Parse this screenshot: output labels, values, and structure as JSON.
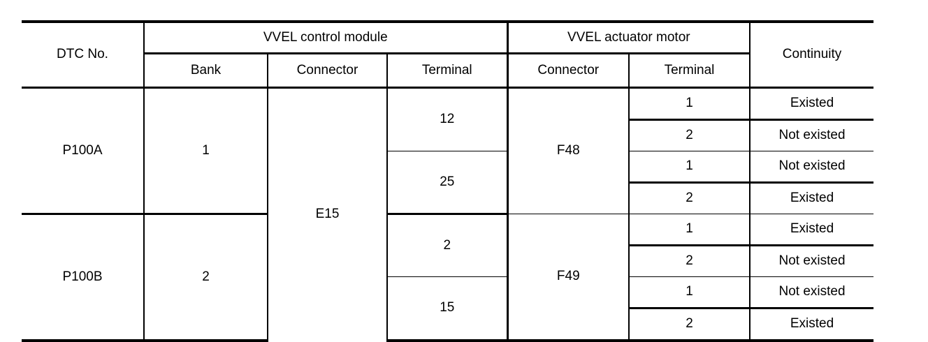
{
  "table": {
    "headers": {
      "dtc_no": "DTC No.",
      "group_control_module": "VVEL control module",
      "group_actuator_motor": "VVEL actuator motor",
      "continuity": "Continuity",
      "bank": "Bank",
      "module_connector": "Connector",
      "module_terminal": "Terminal",
      "motor_connector": "Connector",
      "motor_terminal": "Terminal"
    },
    "module_connector_value": "E15",
    "blocks": [
      {
        "dtc_no": "P100A",
        "bank": "1",
        "motor_connector": "F48",
        "terminal_groups": [
          {
            "module_terminal": "12",
            "rows": [
              {
                "motor_terminal": "1",
                "continuity": "Existed"
              },
              {
                "motor_terminal": "2",
                "continuity": "Not existed"
              }
            ]
          },
          {
            "module_terminal": "25",
            "rows": [
              {
                "motor_terminal": "1",
                "continuity": "Not existed"
              },
              {
                "motor_terminal": "2",
                "continuity": "Existed"
              }
            ]
          }
        ]
      },
      {
        "dtc_no": "P100B",
        "bank": "2",
        "motor_connector": "F49",
        "terminal_groups": [
          {
            "module_terminal": "2",
            "rows": [
              {
                "motor_terminal": "1",
                "continuity": "Existed"
              },
              {
                "motor_terminal": "2",
                "continuity": "Not existed"
              }
            ]
          },
          {
            "module_terminal": "15",
            "rows": [
              {
                "motor_terminal": "1",
                "continuity": "Not existed"
              },
              {
                "motor_terminal": "2",
                "continuity": "Existed"
              }
            ]
          }
        ]
      }
    ]
  }
}
